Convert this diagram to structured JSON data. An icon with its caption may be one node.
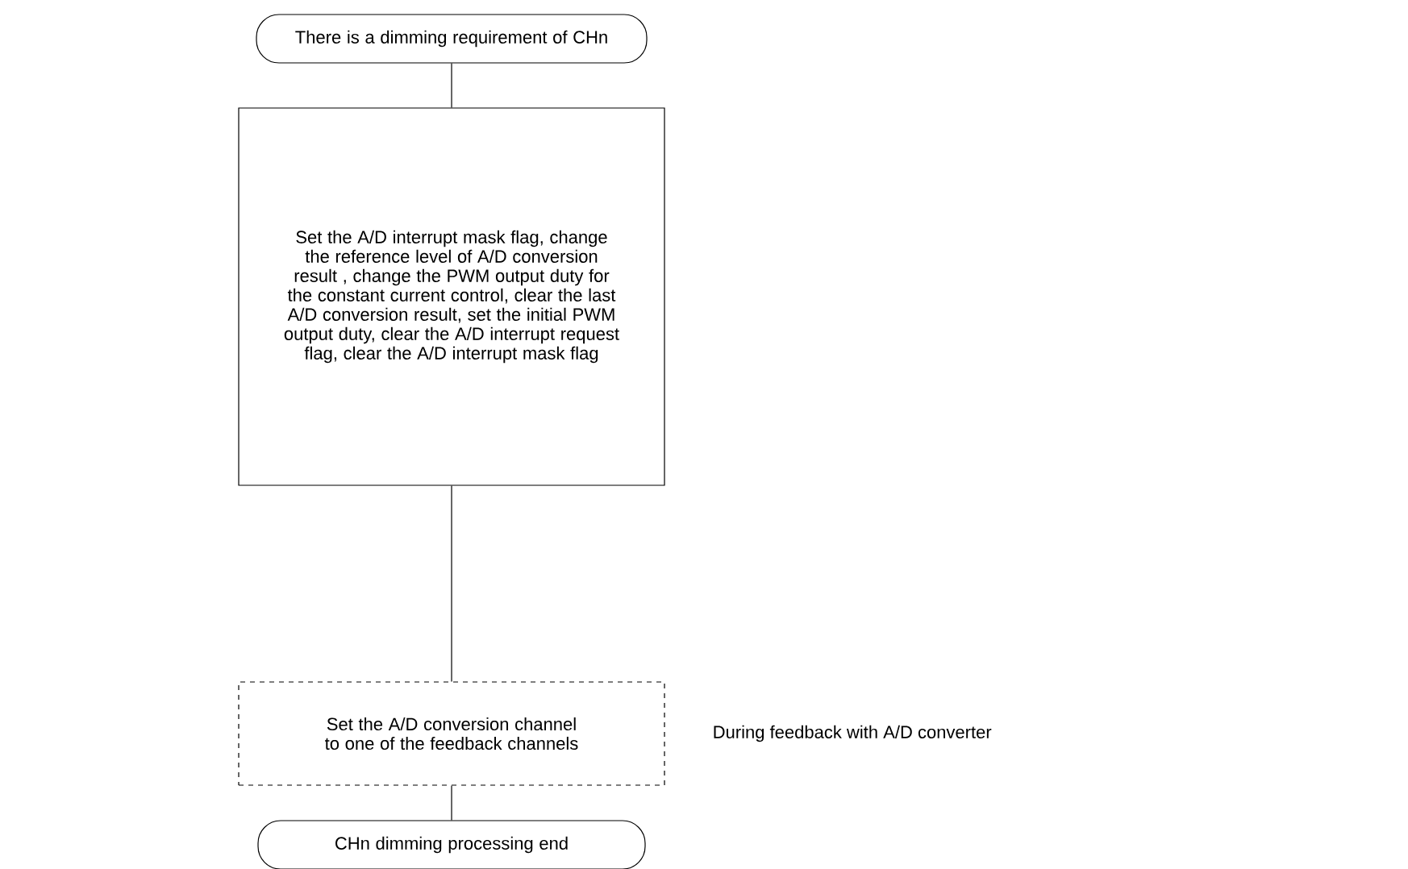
{
  "diagram": {
    "nodes": [
      {
        "text": [
          "There is a dimming requirement of CHn"
        ]
      },
      {
        "text": [
          "Set the A/D interrupt mask flag, change the reference level of A/D conversion result , change the PWM output duty for the constant current control, clear the last A/D conversion result, set the initial PWM output duty, clear the A/D interrupt request flag, clear the A/D interrupt mask flag"
        ]
      },
      {
        "text": [
          "Set the A/D conversion channel to one of the feedback channels"
        ],
        "beside": [
          "During feedback with A/D converter"
        ]
      },
      {
        "text": [
          "CHn dimming processing end"
        ]
      }
    ],
    "edges": [
      {
        "from": 0,
        "to": 1,
        "arrow": "none"
      },
      {
        "from": 1,
        "to": 2,
        "arrow": "none"
      },
      {
        "from": 2,
        "to": 3,
        "arrow": "none"
      }
    ]
  }
}
